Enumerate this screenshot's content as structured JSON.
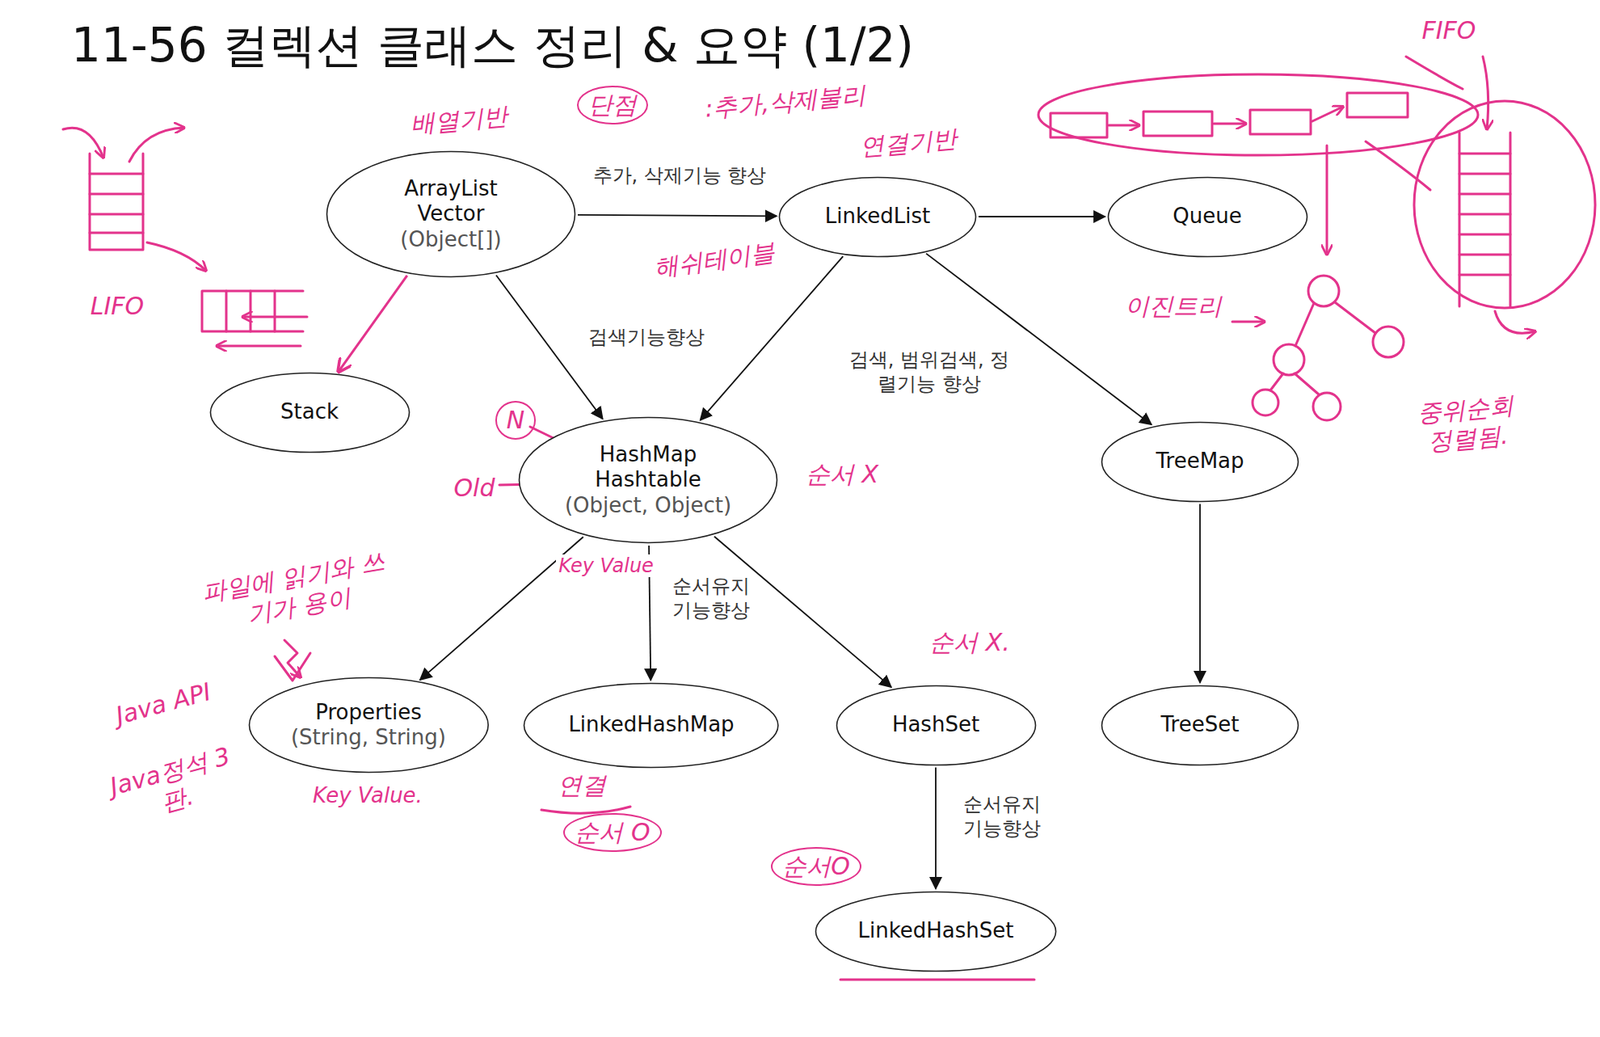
{
  "diagram": {
    "title": "11-56 컬렉션 클래스 정리 & 요약 (1/2)",
    "nodes": [
      {
        "text": [
          "ArrayList",
          "Vector",
          "(Object[])"
        ]
      },
      {
        "text": [
          "LinkedList"
        ]
      },
      {
        "text": [
          "Queue"
        ]
      },
      {
        "text": [
          "Stack"
        ]
      },
      {
        "text": [
          "HashMap",
          "Hashtable",
          "(Object, Object)"
        ]
      },
      {
        "text": [
          "TreeMap"
        ]
      },
      {
        "text": [
          "Properties",
          "(String, String)"
        ]
      },
      {
        "text": [
          "LinkedHashMap"
        ]
      },
      {
        "text": [
          "HashSet"
        ]
      },
      {
        "text": [
          "TreeSet"
        ]
      },
      {
        "text": [
          "LinkedHashSet"
        ]
      }
    ],
    "edges": [
      {
        "from": 0,
        "to": 1,
        "arrow": "to",
        "label": "추가, 삭제기능 향상"
      },
      {
        "from": 1,
        "to": 2,
        "arrow": "to"
      },
      {
        "from": 0,
        "to": 3,
        "arrow": "to"
      },
      {
        "from": 0,
        "to": 4,
        "arrow": "to",
        "label": "검색기능향상"
      },
      {
        "from": 1,
        "to": 4,
        "arrow": "to"
      },
      {
        "from": 1,
        "to": 5,
        "arrow": "to",
        "label": "검색, 범위검색, 정렬기능 향상"
      },
      {
        "from": 4,
        "to": 6,
        "arrow": "to"
      },
      {
        "from": 4,
        "to": 7,
        "arrow": "to",
        "label": "순서유지 기능향상"
      },
      {
        "from": 4,
        "to": 8,
        "arrow": "to"
      },
      {
        "from": 5,
        "to": 9,
        "arrow": "to"
      },
      {
        "from": 8,
        "to": 10,
        "arrow": "to",
        "label": "순서유지 기능향상"
      }
    ],
    "labels": [
      "배열기반",
      "단점",
      ":추가,삭제불리",
      "연결기반",
      "FIFO",
      "LIFO",
      "해쉬테이블",
      "이진트리",
      "N",
      "Old",
      "순서 X",
      "중위순회 정렬됨.",
      "Key Value",
      "파일에 읽기와 쓰기가 용이",
      "순서 X.",
      "Java API",
      "Key Value.",
      "Java정석 3판.",
      "연결",
      "순서 O",
      "순서O"
    ]
  }
}
